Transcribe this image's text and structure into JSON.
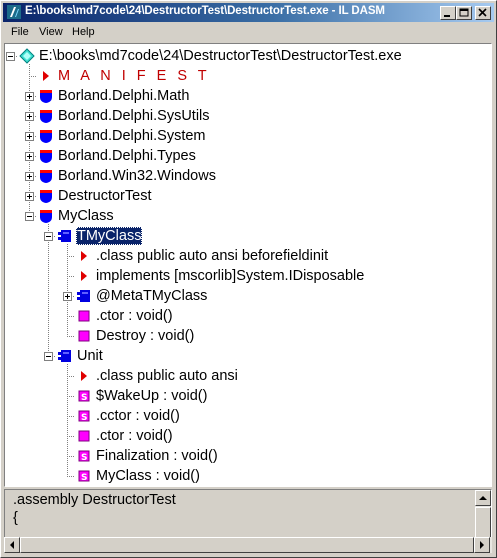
{
  "window": {
    "title": "E:\\books\\md7code\\24\\DestructorTest\\DestructorTest.exe - IL DASM",
    "icon": "ildasm-app-icon"
  },
  "menu": [
    "File",
    "View",
    "Help"
  ],
  "tree": [
    {
      "name": "tree-node-exe",
      "label": "E:\\books\\md7code\\24\\DestructorTest\\DestructorTest.exe",
      "icon": "diamond-icon",
      "expander": "minus"
    },
    {
      "name": "tree-node-manifest",
      "label": "M A N I F E S T",
      "icon": "red-triangle-icon",
      "expander": "none"
    },
    {
      "name": "tree-node-borland-delphi-math",
      "label": "Borland.Delphi.Math",
      "icon": "shield-icon",
      "expander": "plus"
    },
    {
      "name": "tree-node-borland-delphi-sysutils",
      "label": "Borland.Delphi.SysUtils",
      "icon": "shield-icon",
      "expander": "plus"
    },
    {
      "name": "tree-node-borland-delphi-system",
      "label": "Borland.Delphi.System",
      "icon": "shield-icon",
      "expander": "plus"
    },
    {
      "name": "tree-node-borland-delphi-types",
      "label": "Borland.Delphi.Types",
      "icon": "shield-icon",
      "expander": "plus"
    },
    {
      "name": "tree-node-borland-win32-windows",
      "label": "Borland.Win32.Windows",
      "icon": "shield-icon",
      "expander": "plus"
    },
    {
      "name": "tree-node-destructortest",
      "label": "DestructorTest",
      "icon": "shield-icon",
      "expander": "plus"
    },
    {
      "name": "tree-node-myclass-ns",
      "label": "MyClass",
      "icon": "shield-icon",
      "expander": "minus"
    },
    {
      "name": "tree-node-tmyclass",
      "label": "TMyClass",
      "icon": "class-icon",
      "expander": "minus",
      "selected": true
    },
    {
      "name": "tree-node-class-decl",
      "label": ".class public auto ansi beforefieldinit",
      "icon": "red-triangle-icon",
      "expander": "none"
    },
    {
      "name": "tree-node-implements",
      "label": "implements [mscorlib]System.IDisposable",
      "icon": "red-triangle-icon",
      "expander": "none"
    },
    {
      "name": "tree-node-metatmyclass",
      "label": "@MetaTMyClass",
      "icon": "class-icon",
      "expander": "plus"
    },
    {
      "name": "tree-node-ctor",
      "label": ".ctor : void()",
      "icon": "method-icon",
      "expander": "none"
    },
    {
      "name": "tree-node-destroy",
      "label": "Destroy : void()",
      "icon": "method-icon",
      "expander": "none"
    },
    {
      "name": "tree-node-unit",
      "label": "Unit",
      "icon": "class-icon",
      "expander": "minus"
    },
    {
      "name": "tree-node-unit-class-decl",
      "label": ".class public auto ansi",
      "icon": "red-triangle-icon",
      "expander": "none"
    },
    {
      "name": "tree-node-wakeup",
      "label": "$WakeUp : void()",
      "icon": "static-method-icon",
      "expander": "none"
    },
    {
      "name": "tree-node-cctor",
      "label": ".cctor : void()",
      "icon": "static-method-icon",
      "expander": "none"
    },
    {
      "name": "tree-node-unit-ctor",
      "label": ".ctor : void()",
      "icon": "method-icon",
      "expander": "none"
    },
    {
      "name": "tree-node-finalization",
      "label": "Finalization : void()",
      "icon": "static-method-icon",
      "expander": "none"
    },
    {
      "name": "tree-node-myclass-method",
      "label": "MyClass : void()",
      "icon": "static-method-icon",
      "expander": "none"
    }
  ],
  "textpane": {
    "lines": [
      ".assembly DestructorTest",
      "{"
    ]
  },
  "colors": {
    "titlebar_start": "#0a246a",
    "titlebar_end": "#a6caf0",
    "selection": "#0a246a",
    "manifest_text": "#c00000",
    "method_icon": "#ff00ff",
    "shield_blue": "#0000ff",
    "shield_red": "#ff0000"
  }
}
